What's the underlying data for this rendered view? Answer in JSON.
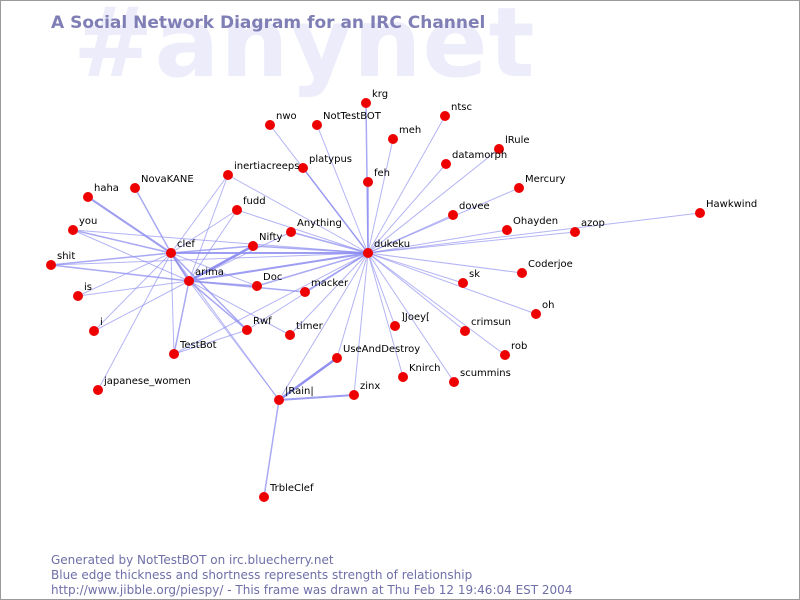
{
  "title": "A Social Network Diagram for an IRC Channel",
  "watermark": "#anynet",
  "footer": {
    "line1": "Generated by NotTestBOT on irc.bluecherry.net",
    "line2": "Blue edge thickness and shortness represents strength of relationship",
    "line3": "http://www.jibble.org/piespy/ - This frame was drawn at Thu Feb 12 19:46:04 EST 2004"
  },
  "colors": {
    "node": "#ee0000",
    "edge": "#8c8cf0",
    "title": "#7f7fb6",
    "watermark": "#ececfb"
  },
  "nodes": [
    {
      "id": "dukeku",
      "label": "dukeku"
    },
    {
      "id": "clef",
      "label": "clef"
    },
    {
      "id": "arima",
      "label": "arima"
    },
    {
      "id": "krg",
      "label": "krg"
    },
    {
      "id": "nwo",
      "label": "nwo"
    },
    {
      "id": "NotTestBOT",
      "label": "NotTestBOT"
    },
    {
      "id": "ntsc",
      "label": "ntsc"
    },
    {
      "id": "meh",
      "label": "meh"
    },
    {
      "id": "IRule",
      "label": "lRule"
    },
    {
      "id": "platypus",
      "label": "platypus"
    },
    {
      "id": "datamorph",
      "label": "datamorph"
    },
    {
      "id": "inertiacreeps",
      "label": "inertiacreeps"
    },
    {
      "id": "feh",
      "label": "feh"
    },
    {
      "id": "Mercury",
      "label": "Mercury"
    },
    {
      "id": "NovaKANE",
      "label": "NovaKANE"
    },
    {
      "id": "haha",
      "label": "haha"
    },
    {
      "id": "fudd",
      "label": "fudd"
    },
    {
      "id": "dovee",
      "label": "dovee"
    },
    {
      "id": "Hawkwind",
      "label": "Hawkwind"
    },
    {
      "id": "you",
      "label": "you"
    },
    {
      "id": "Anything",
      "label": "Anything"
    },
    {
      "id": "Ohayden",
      "label": "Ohayden"
    },
    {
      "id": "azop",
      "label": "azop"
    },
    {
      "id": "Nifty",
      "label": "Nifty"
    },
    {
      "id": "shit",
      "label": "shit"
    },
    {
      "id": "Coderjoe",
      "label": "Coderjoe"
    },
    {
      "id": "sk",
      "label": "sk"
    },
    {
      "id": "Doc",
      "label": "Doc"
    },
    {
      "id": "macker",
      "label": "macker"
    },
    {
      "id": "is",
      "label": "is"
    },
    {
      "id": "oh",
      "label": "oh"
    },
    {
      "id": "Joey",
      "label": "]Joey["
    },
    {
      "id": "Rwf",
      "label": "Rwf"
    },
    {
      "id": "i",
      "label": "i"
    },
    {
      "id": "crimsun",
      "label": "crimsun"
    },
    {
      "id": "timer",
      "label": "timer"
    },
    {
      "id": "TestBot",
      "label": "TestBot"
    },
    {
      "id": "rob",
      "label": "rob"
    },
    {
      "id": "UseAndDestroy",
      "label": "UseAndDestroy"
    },
    {
      "id": "Knirch",
      "label": "Knirch"
    },
    {
      "id": "scummins",
      "label": "scummins"
    },
    {
      "id": "japanese_women",
      "label": "japanese_women"
    },
    {
      "id": "zinx",
      "label": "zinx"
    },
    {
      "id": "Rain",
      "label": "|Rain|"
    },
    {
      "id": "TrbleClef",
      "label": "TrbleClef"
    }
  ],
  "edges": [
    {
      "from": "dukeku",
      "to": "krg",
      "weight": 1.5
    },
    {
      "from": "dukeku",
      "to": "nwo",
      "weight": 1
    },
    {
      "from": "dukeku",
      "to": "NotTestBOT",
      "weight": 1
    },
    {
      "from": "dukeku",
      "to": "ntsc",
      "weight": 1
    },
    {
      "from": "dukeku",
      "to": "meh",
      "weight": 1
    },
    {
      "from": "dukeku",
      "to": "IRule",
      "weight": 1
    },
    {
      "from": "dukeku",
      "to": "platypus",
      "weight": 1.5
    },
    {
      "from": "dukeku",
      "to": "datamorph",
      "weight": 1
    },
    {
      "from": "dukeku",
      "to": "inertiacreeps",
      "weight": 1
    },
    {
      "from": "dukeku",
      "to": "feh",
      "weight": 1.5
    },
    {
      "from": "dukeku",
      "to": "Mercury",
      "weight": 1
    },
    {
      "from": "dukeku",
      "to": "dovee",
      "weight": 1
    },
    {
      "from": "dukeku",
      "to": "Hawkwind",
      "weight": 1
    },
    {
      "from": "dukeku",
      "to": "Anything",
      "weight": 1.5
    },
    {
      "from": "dukeku",
      "to": "Ohayden",
      "weight": 1
    },
    {
      "from": "dukeku",
      "to": "azop",
      "weight": 1
    },
    {
      "from": "dukeku",
      "to": "Nifty",
      "weight": 1.5
    },
    {
      "from": "dukeku",
      "to": "Coderjoe",
      "weight": 1
    },
    {
      "from": "dukeku",
      "to": "sk",
      "weight": 1
    },
    {
      "from": "dukeku",
      "to": "Doc",
      "weight": 1.5
    },
    {
      "from": "dukeku",
      "to": "macker",
      "weight": 1.5
    },
    {
      "from": "dukeku",
      "to": "oh",
      "weight": 1
    },
    {
      "from": "dukeku",
      "to": "Joey",
      "weight": 1
    },
    {
      "from": "dukeku",
      "to": "crimsun",
      "weight": 1
    },
    {
      "from": "dukeku",
      "to": "timer",
      "weight": 1
    },
    {
      "from": "dukeku",
      "to": "rob",
      "weight": 1
    },
    {
      "from": "dukeku",
      "to": "UseAndDestroy",
      "weight": 1
    },
    {
      "from": "dukeku",
      "to": "Knirch",
      "weight": 1
    },
    {
      "from": "dukeku",
      "to": "scummins",
      "weight": 1
    },
    {
      "from": "dukeku",
      "to": "zinx",
      "weight": 1
    },
    {
      "from": "dukeku",
      "to": "Rain",
      "weight": 1
    },
    {
      "from": "dukeku",
      "to": "clef",
      "weight": 2
    },
    {
      "from": "dukeku",
      "to": "arima",
      "weight": 2
    },
    {
      "from": "dukeku",
      "to": "fudd",
      "weight": 1
    },
    {
      "from": "dukeku",
      "to": "Rwf",
      "weight": 1
    },
    {
      "from": "dukeku",
      "to": "TestBot",
      "weight": 1
    },
    {
      "from": "dukeku",
      "to": "shit",
      "weight": 1
    },
    {
      "from": "dukeku",
      "to": "you",
      "weight": 1
    },
    {
      "from": "clef",
      "to": "arima",
      "weight": 2
    },
    {
      "from": "clef",
      "to": "haha",
      "weight": 2
    },
    {
      "from": "clef",
      "to": "NovaKANE",
      "weight": 1.5
    },
    {
      "from": "clef",
      "to": "you",
      "weight": 1.5
    },
    {
      "from": "clef",
      "to": "shit",
      "weight": 1.5
    },
    {
      "from": "clef",
      "to": "is",
      "weight": 1
    },
    {
      "from": "clef",
      "to": "i",
      "weight": 1
    },
    {
      "from": "clef",
      "to": "inertiacreeps",
      "weight": 1
    },
    {
      "from": "clef",
      "to": "fudd",
      "weight": 1
    },
    {
      "from": "clef",
      "to": "Nifty",
      "weight": 1.5
    },
    {
      "from": "clef",
      "to": "Doc",
      "weight": 1
    },
    {
      "from": "clef",
      "to": "Rwf",
      "weight": 1.5
    },
    {
      "from": "clef",
      "to": "TestBot",
      "weight": 1
    },
    {
      "from": "clef",
      "to": "japanese_women",
      "weight": 1
    },
    {
      "from": "clef",
      "to": "Rain",
      "weight": 1
    },
    {
      "from": "arima",
      "to": "Nifty",
      "weight": 2.5
    },
    {
      "from": "arima",
      "to": "Doc",
      "weight": 1.5
    },
    {
      "from": "arima",
      "to": "macker",
      "weight": 1.5
    },
    {
      "from": "arima",
      "to": "Rwf",
      "weight": 1.5
    },
    {
      "from": "arima",
      "to": "timer",
      "weight": 1
    },
    {
      "from": "arima",
      "to": "TestBot",
      "weight": 1.5
    },
    {
      "from": "arima",
      "to": "i",
      "weight": 1
    },
    {
      "from": "arima",
      "to": "is",
      "weight": 1
    },
    {
      "from": "arima",
      "to": "shit",
      "weight": 1.5
    },
    {
      "from": "arima",
      "to": "you",
      "weight": 1
    },
    {
      "from": "arima",
      "to": "fudd",
      "weight": 1
    },
    {
      "from": "arima",
      "to": "Anything",
      "weight": 1
    },
    {
      "from": "arima",
      "to": "inertiacreeps",
      "weight": 1
    },
    {
      "from": "arima",
      "to": "Rain",
      "weight": 1
    },
    {
      "from": "TestBot",
      "to": "Rwf",
      "weight": 1
    },
    {
      "from": "Rain",
      "to": "zinx",
      "weight": 2
    },
    {
      "from": "Rain",
      "to": "UseAndDestroy",
      "weight": 2.5
    },
    {
      "from": "Rain",
      "to": "TrbleClef",
      "weight": 1.5
    }
  ]
}
